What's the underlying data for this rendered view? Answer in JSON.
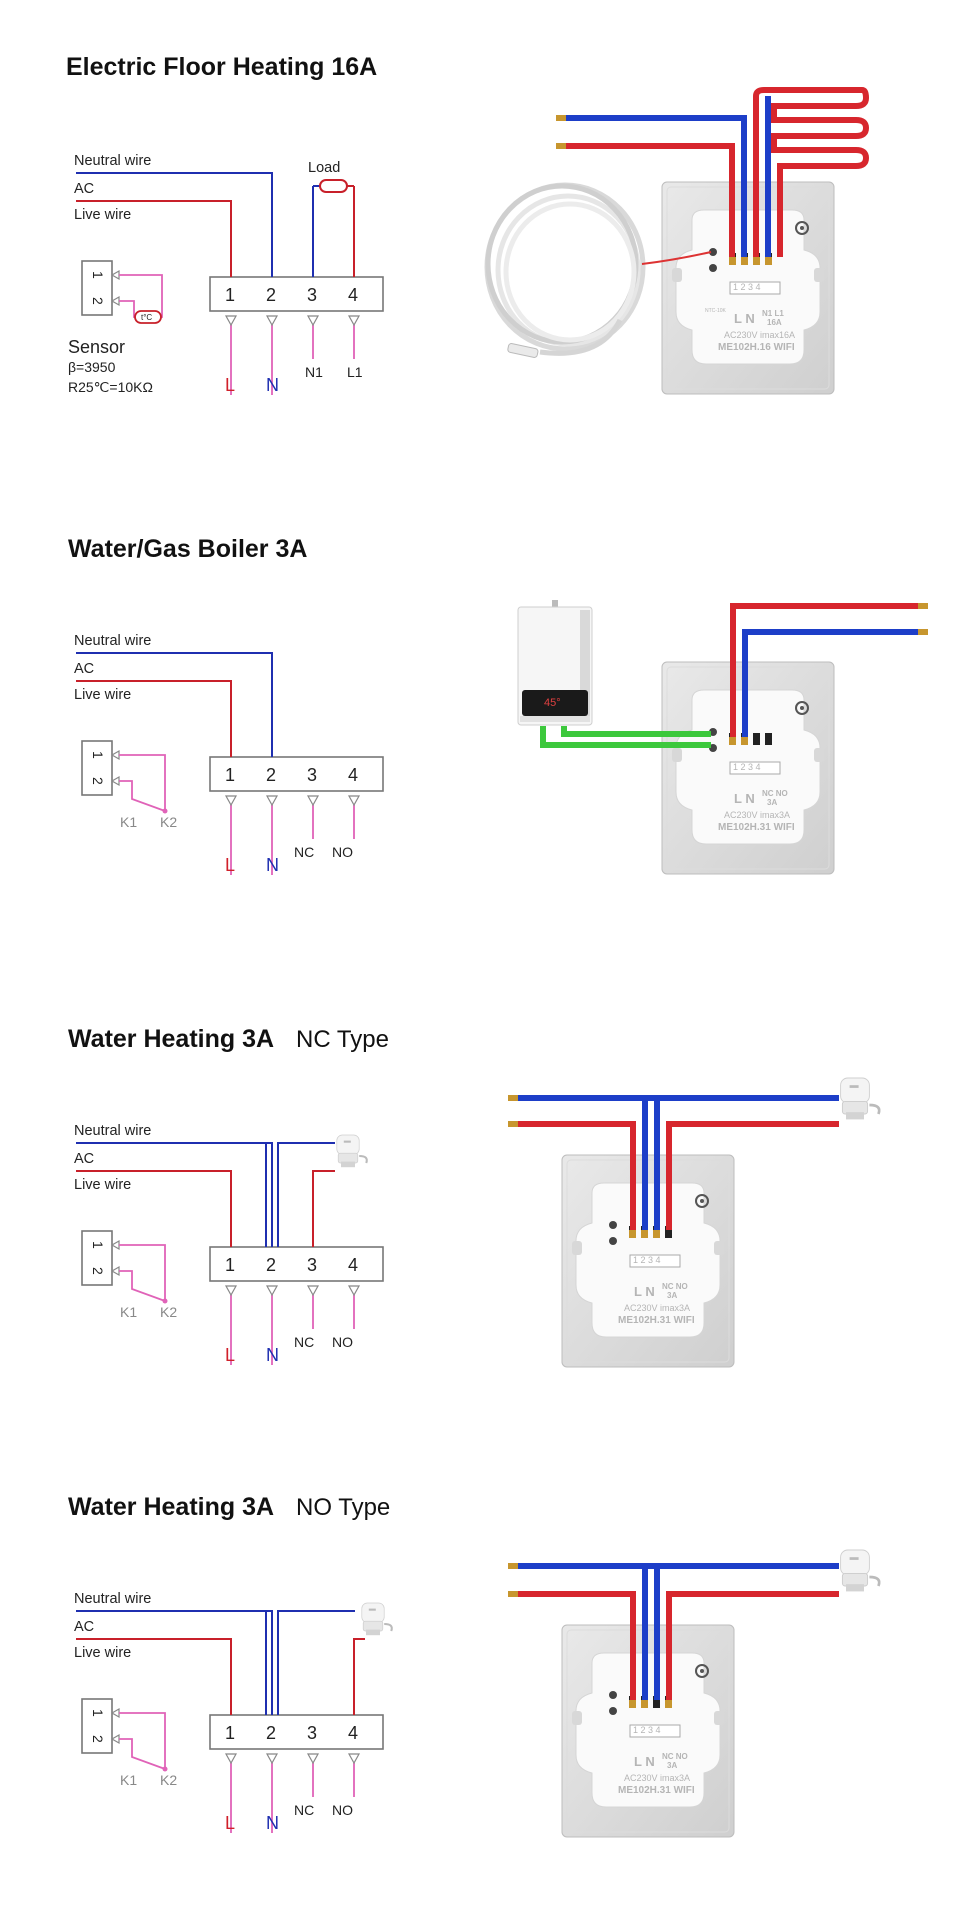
{
  "sections": [
    {
      "title": "Electric Floor Heating 16A",
      "subtitle": "",
      "wires": {
        "neutral": "Neutral wire",
        "ac": "AC",
        "live": "Live wire"
      },
      "load_label": "Load",
      "terminals": [
        "1",
        "2",
        "3",
        "4"
      ],
      "sensor_box": [
        "1",
        "2"
      ],
      "sensor_tag": "t°C",
      "sensor": {
        "title": "Sensor",
        "beta": "β=3950",
        "r25": "R25℃=10KΩ"
      },
      "bottom": {
        "L": "L",
        "N": "N",
        "t3": "N1",
        "t4": "L1"
      },
      "panel": {
        "rating": "AC230V imax16A",
        "model": "ME102H.16 WIFI",
        "nums": "1 2 3 4",
        "ln": "L N",
        "sub": "N1 L1",
        "amp": "16A",
        "ntc": "NTC-10K"
      }
    },
    {
      "title": "Water/Gas Boiler 3A",
      "subtitle": "",
      "wires": {
        "neutral": "Neutral wire",
        "ac": "AC",
        "live": "Live wire"
      },
      "terminals": [
        "1",
        "2",
        "3",
        "4"
      ],
      "sensor_box": [
        "1",
        "2"
      ],
      "k1": "K1",
      "k2": "K2",
      "bottom": {
        "L": "L",
        "N": "N",
        "t3": "NC",
        "t4": "NO"
      },
      "boiler_display": "45°",
      "panel": {
        "rating": "AC230V imax3A",
        "model": "ME102H.31 WIFI",
        "nums": "1 2 3 4",
        "ln": "L N",
        "sub": "NC NO",
        "amp": "3A"
      }
    },
    {
      "title": "Water Heating 3A",
      "subtitle": "NC Type",
      "wires": {
        "neutral": "Neutral wire",
        "ac": "AC",
        "live": "Live wire"
      },
      "terminals": [
        "1",
        "2",
        "3",
        "4"
      ],
      "sensor_box": [
        "1",
        "2"
      ],
      "k1": "K1",
      "k2": "K2",
      "bottom": {
        "L": "L",
        "N": "N",
        "t3": "NC",
        "t4": "NO"
      },
      "panel": {
        "rating": "AC230V imax3A",
        "model": "ME102H.31 WIFI",
        "nums": "1 2 3 4",
        "ln": "L N",
        "sub": "NC NO",
        "amp": "3A"
      }
    },
    {
      "title": "Water Heating 3A",
      "subtitle": "NO Type",
      "wires": {
        "neutral": "Neutral wire",
        "ac": "AC",
        "live": "Live wire"
      },
      "terminals": [
        "1",
        "2",
        "3",
        "4"
      ],
      "sensor_box": [
        "1",
        "2"
      ],
      "k1": "K1",
      "k2": "K2",
      "bottom": {
        "L": "L",
        "N": "N",
        "t3": "NC",
        "t4": "NO"
      },
      "panel": {
        "rating": "AC230V imax3A",
        "model": "ME102H.31 WIFI",
        "nums": "1 2 3 4",
        "ln": "L N",
        "sub": "NC NO",
        "amp": "3A"
      }
    }
  ],
  "colors": {
    "neutral": "#1f2fb0",
    "live": "#c8202a",
    "pink": "#e063b8",
    "green": "#3cc83c",
    "red_text": "#d0202a",
    "blue_text": "#1f2fb0"
  }
}
